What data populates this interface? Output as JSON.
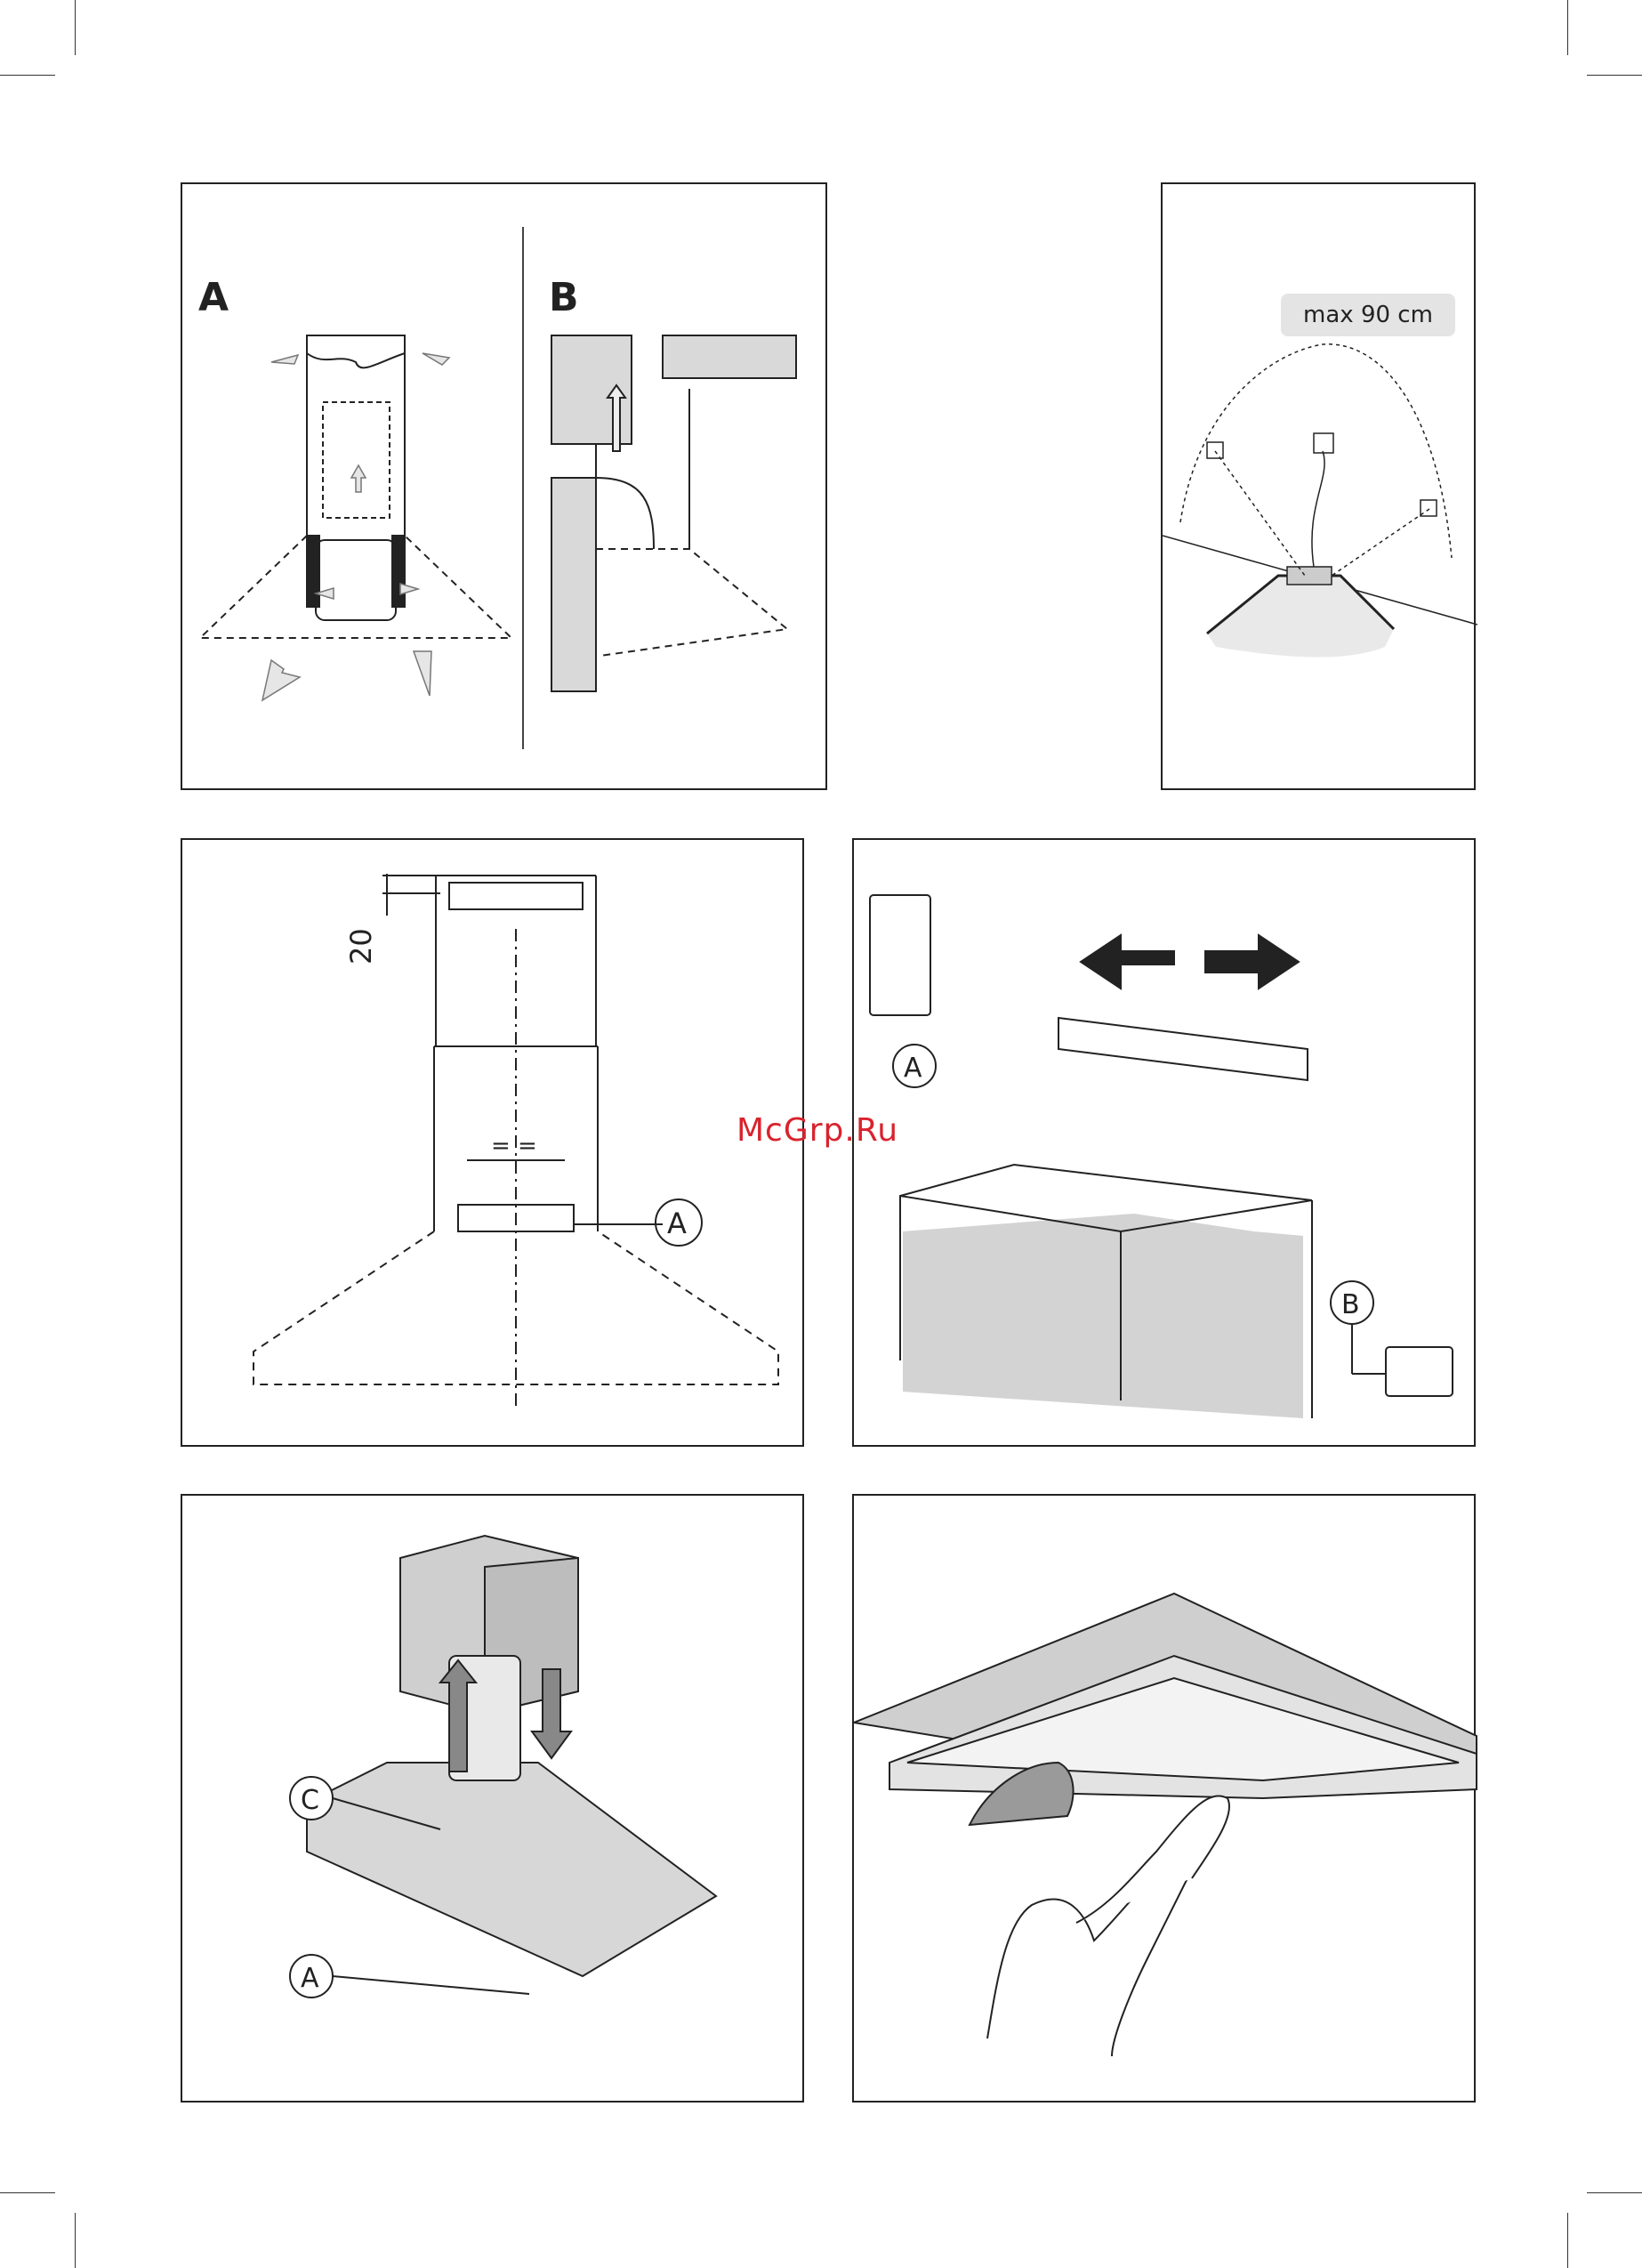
{
  "page": {
    "watermark": "McGrp.Ru"
  },
  "panel_air": {
    "label_a": "A",
    "label_b": "B"
  },
  "panel_cable": {
    "max_length": "max 90 cm"
  },
  "panel_chimney": {
    "dimension": "20",
    "callout": "A",
    "equal_mark": "= ="
  },
  "panel_bracket": {
    "callout_a": "A",
    "callout_b": "B"
  },
  "panel_duct": {
    "callout_c": "C",
    "callout_a": "A"
  },
  "panel_filter": {},
  "colors": {
    "line": "#222222",
    "fill_gray": "#d9d9d9",
    "dark_gray": "#8c8c8c",
    "watermark": "#d9232e"
  }
}
